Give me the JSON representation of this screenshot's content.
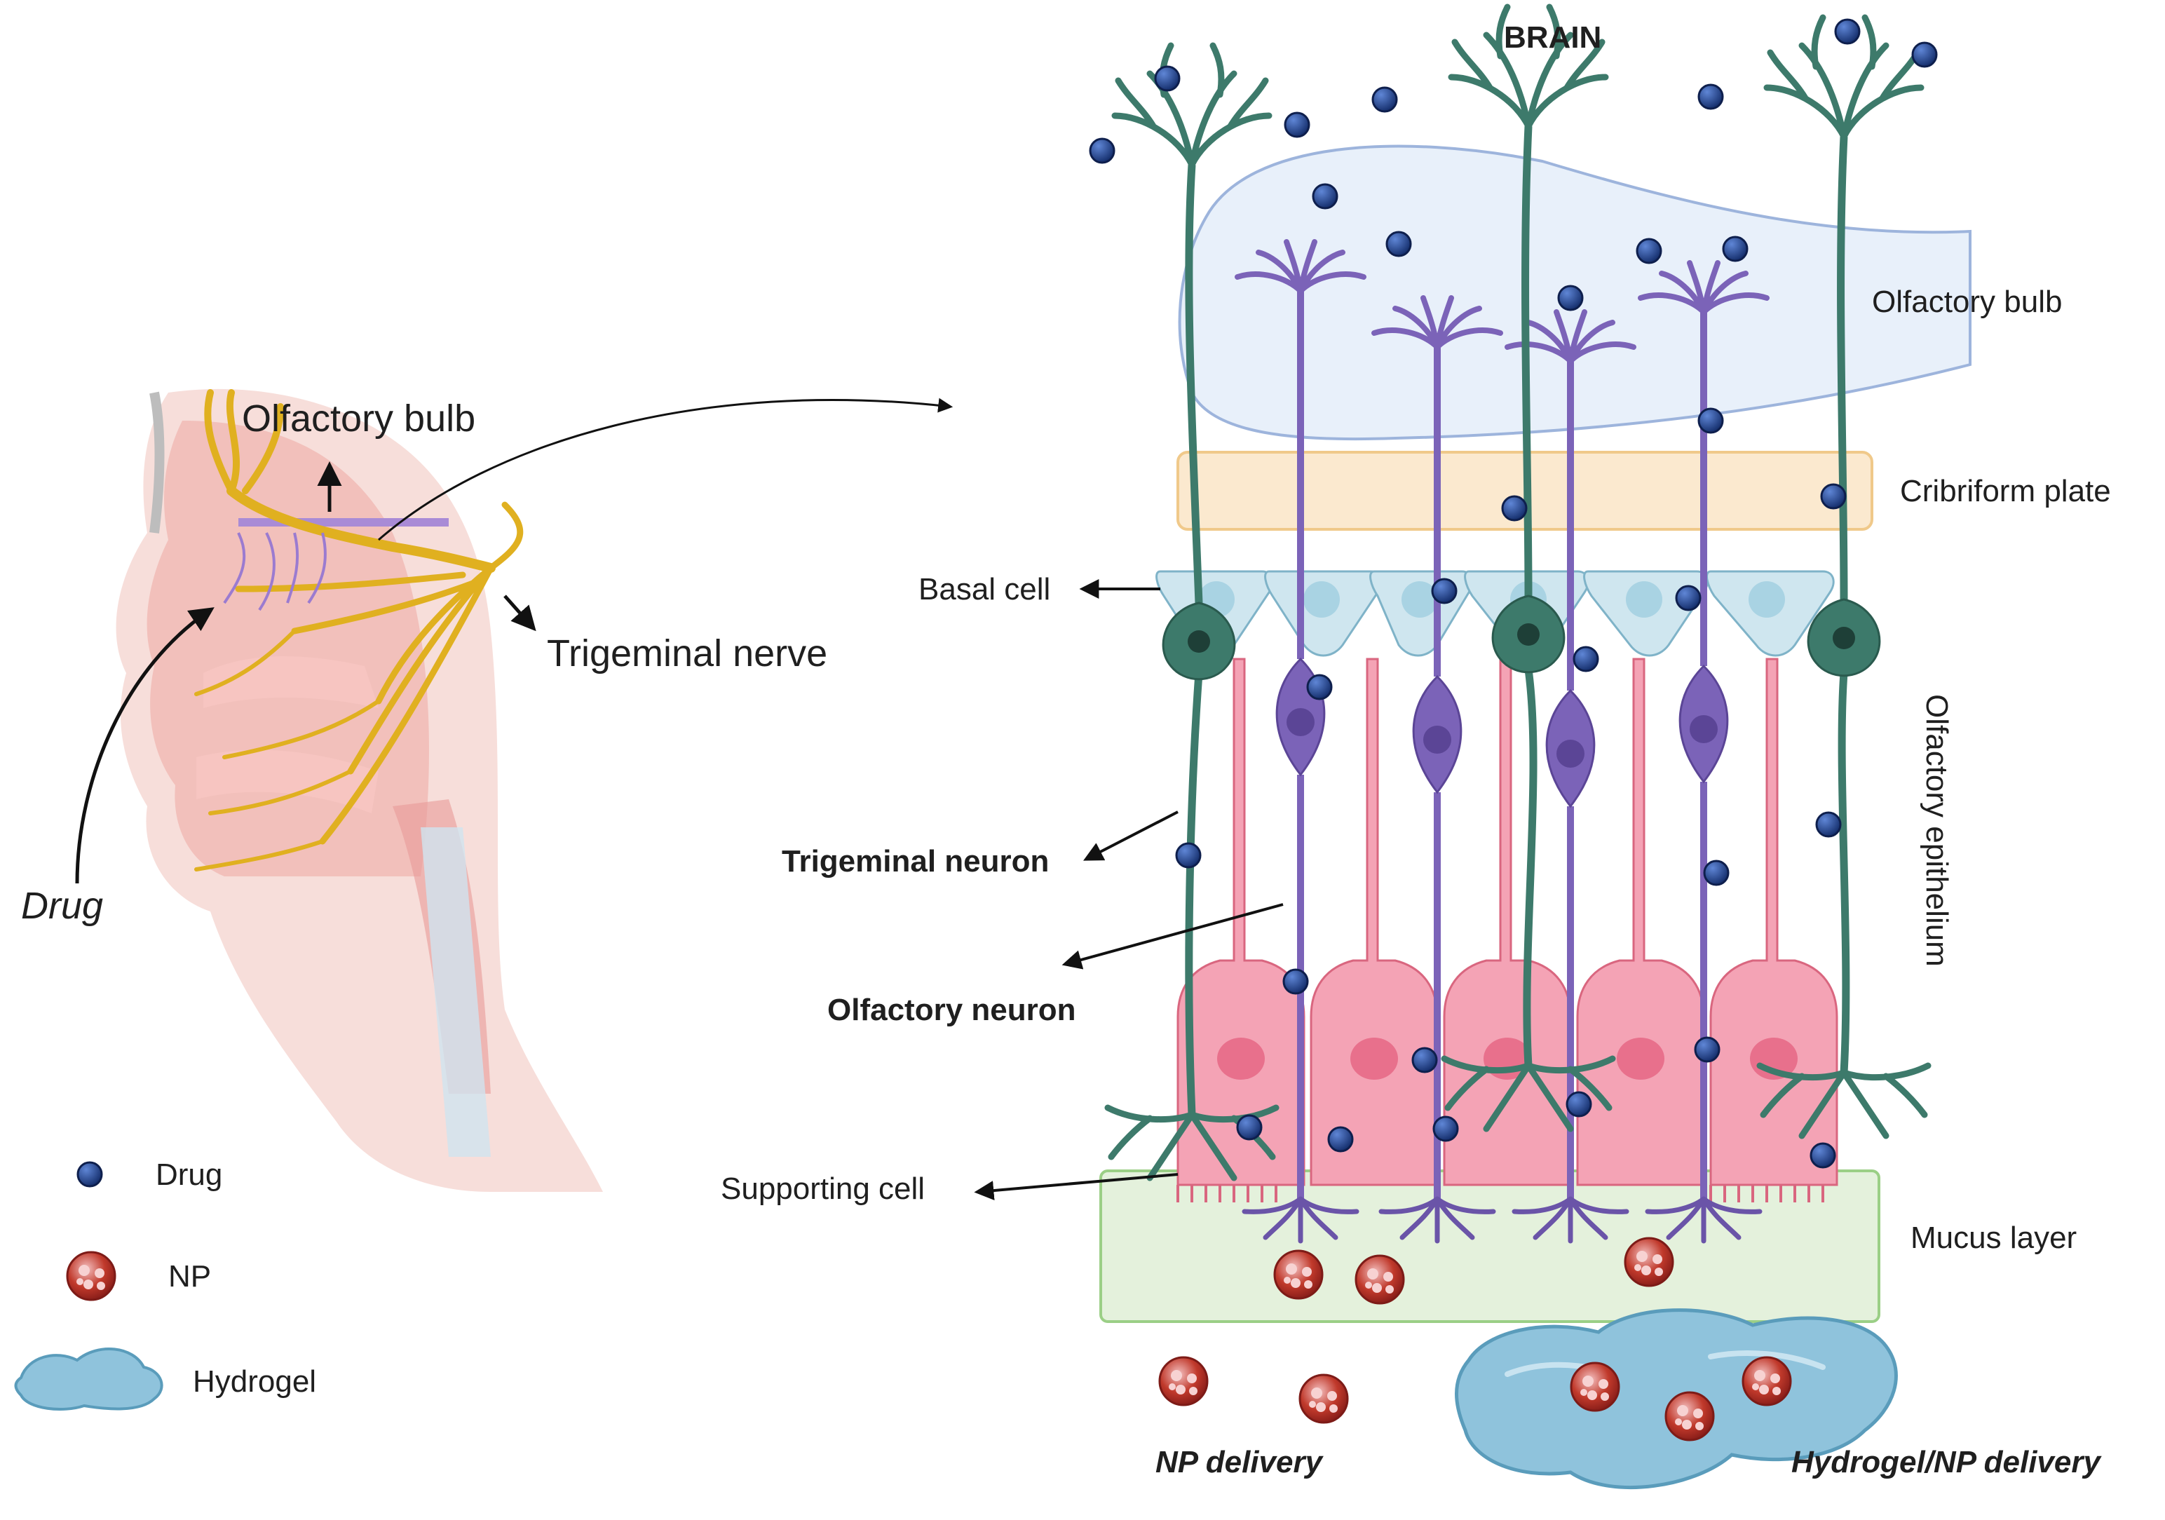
{
  "labels": {
    "brain": "BRAIN",
    "olfactory_bulb_head": "Olfactory bulb",
    "trigeminal_nerve": "Trigeminal nerve",
    "drug_arrow": "Drug",
    "olfactory_bulb": "Olfactory bulb",
    "cribriform_plate": "Cribriform plate",
    "basal_cell": "Basal cell",
    "trigeminal_neuron": "Trigeminal neuron",
    "olfactory_neuron": "Olfactory neuron",
    "olfactory_epithelium": "Olfactory epithelium",
    "supporting_cell": "Supporting cell",
    "mucus_layer": "Mucus layer",
    "np_delivery": "NP delivery",
    "hydrogel_np_delivery": "Hydrogel/NP delivery"
  },
  "legend": {
    "items": [
      {
        "label": "Drug",
        "icon": "drug-dot-icon"
      },
      {
        "label": "NP",
        "icon": "nanoparticle-icon"
      },
      {
        "label": "Hydrogel",
        "icon": "hydrogel-icon"
      }
    ]
  },
  "colors": {
    "drug": "#1f3f8a",
    "trigeminal_neuron": "#3d7a6b",
    "olfactory_neuron": "#7b63b8",
    "supporting_cell": "#f4a3b5",
    "basal_cell": "#cfe6ef",
    "olfactory_bulb": "#e8f0fa",
    "cribriform_plate": "#fbe9cf",
    "mucus_layer": "#e4f1dc",
    "hydrogel": "#8fc3dc",
    "nanoparticle": "#c0392b",
    "nerve": "#e0b020"
  }
}
